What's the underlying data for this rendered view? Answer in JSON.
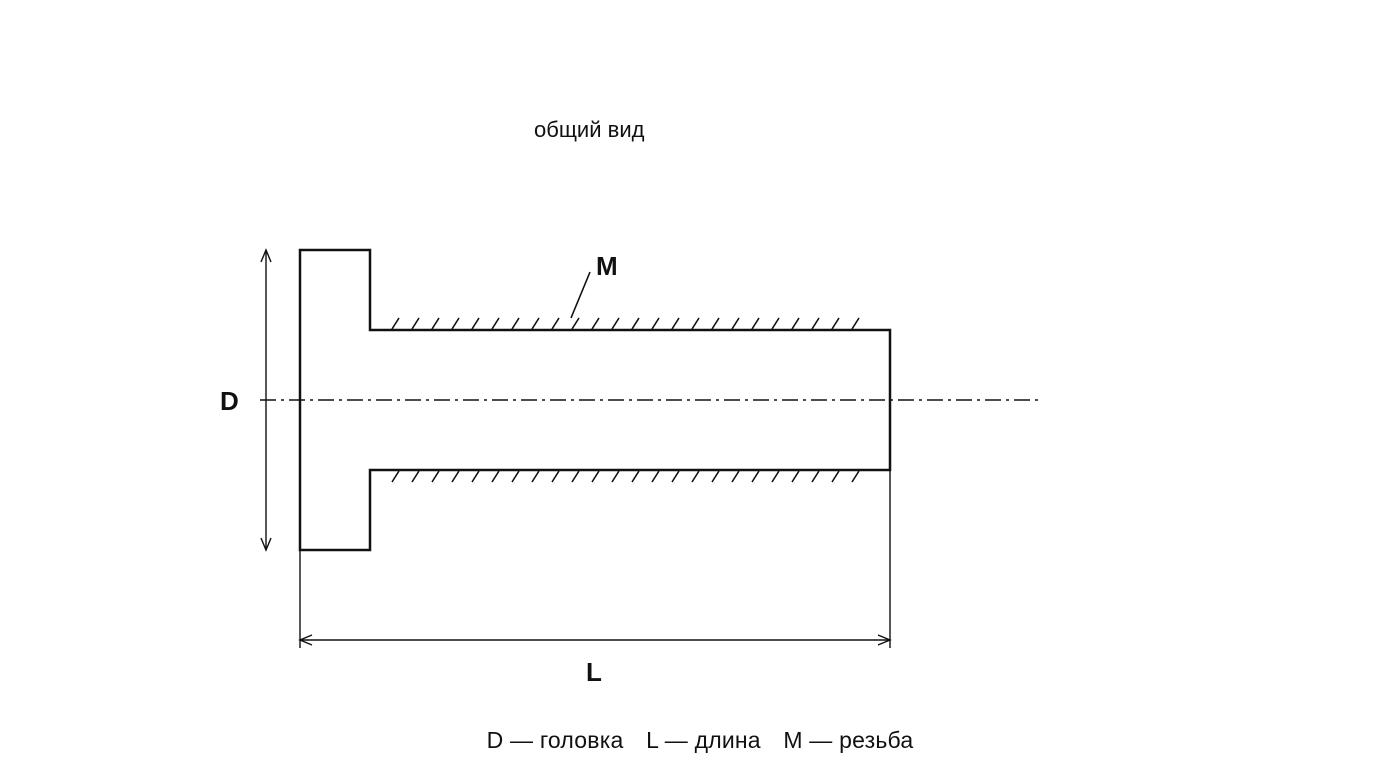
{
  "diagram": {
    "title": "общий вид",
    "labels": {
      "head_diameter": "D",
      "length": "L",
      "thread": "M"
    },
    "legend": [
      {
        "text": "D — головка"
      },
      {
        "text": "L — длина"
      },
      {
        "text": "M — резьба"
      }
    ]
  }
}
